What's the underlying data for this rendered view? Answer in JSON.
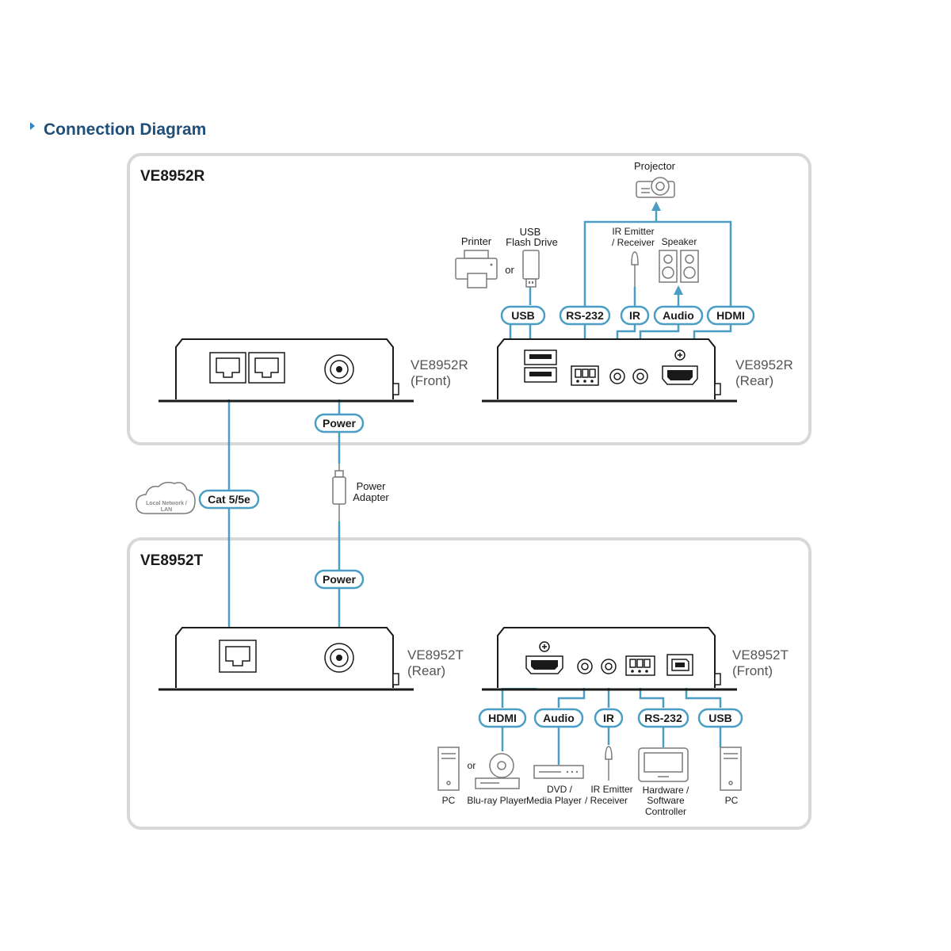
{
  "title": "Connection Diagram",
  "receiver": {
    "box_label": "VE8952R",
    "front_label": [
      "VE8952R",
      "(Front)"
    ],
    "rear_label": [
      "VE8952R",
      "(Rear)"
    ],
    "ports": {
      "usb": "USB",
      "rs232": "RS-232",
      "ir": "IR",
      "audio": "Audio",
      "hdmi": "HDMI",
      "power": "Power"
    },
    "devices": {
      "printer": "Printer",
      "or": "or",
      "flash_drive": [
        "USB",
        "Flash Drive"
      ],
      "ir_emitter": [
        "IR Emitter",
        "/ Receiver"
      ],
      "speaker": "Speaker",
      "projector": "Projector"
    }
  },
  "link": {
    "cable": "Cat 5/5e",
    "lan": [
      "Local Network /",
      "LAN"
    ],
    "power_adapter": [
      "Power",
      "Adapter"
    ]
  },
  "transmitter": {
    "box_label": "VE8952T",
    "rear_label": [
      "VE8952T",
      "(Rear)"
    ],
    "front_label": [
      "VE8952T",
      "(Front)"
    ],
    "ports": {
      "hdmi": "HDMI",
      "audio": "Audio",
      "ir": "IR",
      "rs232": "RS-232",
      "usb": "USB",
      "power": "Power"
    },
    "devices": {
      "pc_left": "PC",
      "or": "or",
      "bluray": "Blu-ray Player",
      "dvd": [
        "DVD /",
        "Media Player"
      ],
      "ir_emitter": [
        "IR Emitter",
        "/ Receiver"
      ],
      "controller": [
        "Hardware /",
        "Software",
        "Controller"
      ],
      "pc_right": "PC"
    }
  }
}
